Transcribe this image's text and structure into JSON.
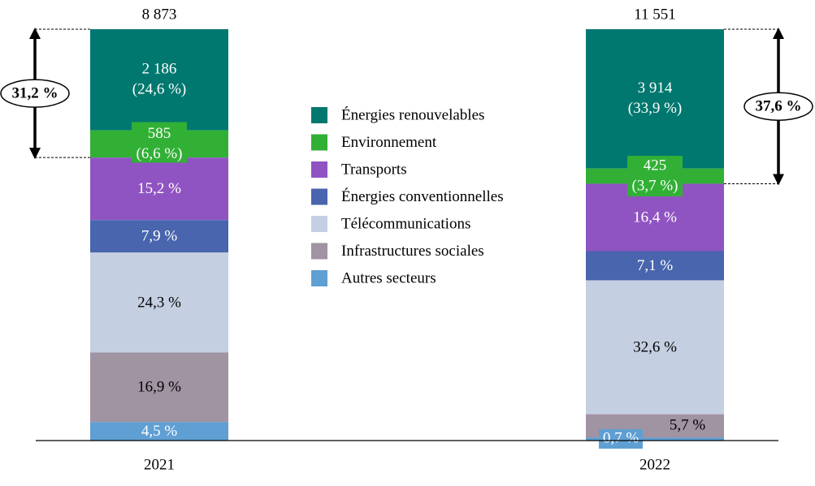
{
  "chart_data": {
    "type": "bar",
    "stacked": true,
    "categories": [
      "2021",
      "2022"
    ],
    "totals": [
      "8 873",
      "11 551"
    ],
    "total_values": [
      8873,
      11551
    ],
    "series": [
      {
        "name": "Énergies renouvelables",
        "color": "#00786f",
        "values": [
          24.6,
          33.9
        ],
        "labels": [
          [
            "2 186",
            "(24,6 %)"
          ],
          [
            "3 914",
            "(33,9 %)"
          ]
        ],
        "abs_values": [
          2186,
          3914
        ],
        "label_color": "#ffffff"
      },
      {
        "name": "Environnement",
        "color": "#31b035",
        "values": [
          6.6,
          3.7
        ],
        "labels": [
          [
            "585",
            "(6,6 %)"
          ],
          [
            "425",
            "(3,7 %)"
          ]
        ],
        "abs_values": [
          585,
          425
        ],
        "label_color": "#ffffff"
      },
      {
        "name": "Transports",
        "color": "#9054c2",
        "values": [
          15.2,
          16.4
        ],
        "labels": [
          [
            "15,2 %"
          ],
          [
            "16,4 %"
          ]
        ],
        "label_color": "#ffffff"
      },
      {
        "name": "Énergies conventionnelles",
        "color": "#4865ad",
        "values": [
          7.9,
          7.1
        ],
        "labels": [
          [
            "7,9 %"
          ],
          [
            "7,1 %"
          ]
        ],
        "label_color": "#ffffff"
      },
      {
        "name": "Télécommunications",
        "color": "#c4cfe2",
        "values": [
          24.3,
          32.6
        ],
        "labels": [
          [
            "24,3 %"
          ],
          [
            "32,6 %"
          ]
        ],
        "label_color": "#000000"
      },
      {
        "name": "Infrastructures sociales",
        "color": "#a093a2",
        "values": [
          16.9,
          5.7
        ],
        "labels": [
          [
            "16,9 %"
          ],
          [
            "5,7 %"
          ]
        ],
        "label_color": "#000000"
      },
      {
        "name": "Autres secteurs",
        "color": "#5f9fd3",
        "values": [
          4.5,
          0.7
        ],
        "labels": [
          [
            "4,5 %"
          ],
          [
            "0,7 %"
          ]
        ],
        "label_color": "#ffffff"
      }
    ],
    "annotations": [
      {
        "category": "2021",
        "text": "31,2 %",
        "covers": [
          "Énergies renouvelables",
          "Environnement"
        ]
      },
      {
        "category": "2022",
        "text": "37,6 %",
        "covers": [
          "Énergies renouvelables",
          "Environnement"
        ]
      }
    ],
    "ylim": [
      0,
      100
    ],
    "legend": "center",
    "grid": false
  }
}
